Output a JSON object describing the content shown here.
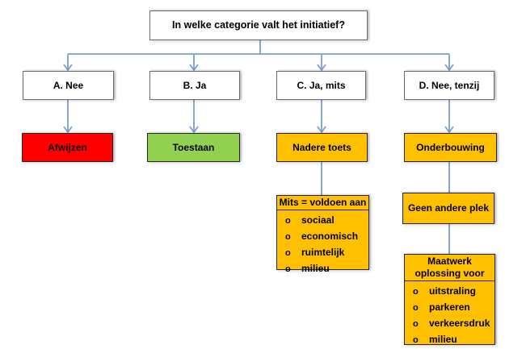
{
  "title_question": "In welke categorie valt het initiatief?",
  "branches": [
    {
      "label": "A. Nee",
      "outcome": "Afwijzen"
    },
    {
      "label": "B. Ja",
      "outcome": "Toestaan"
    },
    {
      "label": "C. Ja, mits",
      "outcome": "Nadere toets"
    },
    {
      "label": "D. Nee, tenzij",
      "outcome": "Onderbouwing"
    }
  ],
  "mits_box": {
    "title": "Mits = voldoen aan",
    "items": [
      "sociaal",
      "economisch",
      "ruimtelijk",
      "milieu"
    ]
  },
  "d_column": {
    "step2_label": "Geen andere plek",
    "step3_title_line1": "Maatwerk",
    "step3_title_line2": "oplossing voor",
    "items": [
      "uitstraling",
      "parkeren",
      "verkeersdruk",
      "milieu"
    ]
  },
  "bullet_glyph": "o",
  "colors": {
    "red": "#fe0000",
    "green": "#92d050",
    "orange": "#ffc000",
    "line_blue": "#7a9ed2"
  }
}
